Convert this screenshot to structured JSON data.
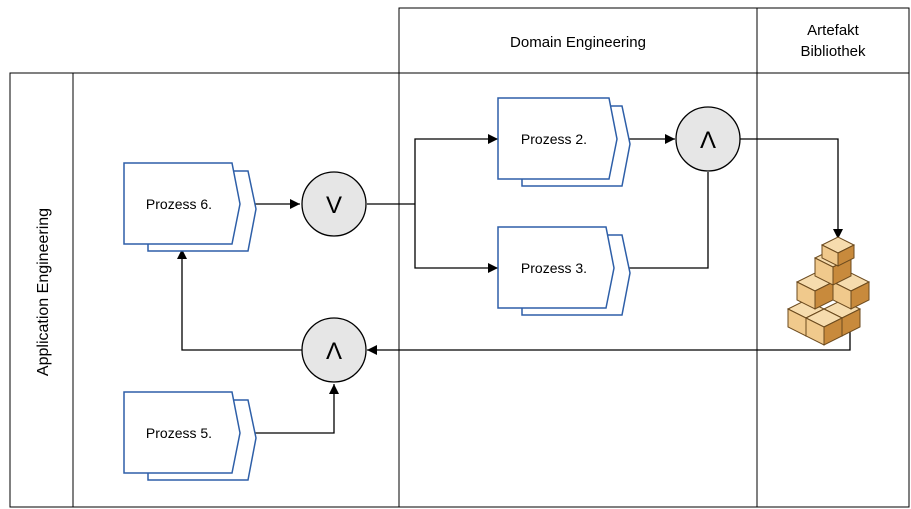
{
  "columns": {
    "domain_engineering": "Domain Engineering",
    "artefakt_line1": "Artefakt",
    "artefakt_line2": "Bibliothek"
  },
  "lanes": {
    "application_engineering": "Application Engineering"
  },
  "processes": {
    "p6": "Prozess 6.",
    "p5": "Prozess 5.",
    "p2": "Prozess 2.",
    "p3": "Prozess 3."
  },
  "gates": {
    "or_symbol": "V",
    "and_top": "Λ",
    "and_bottom": "Λ"
  },
  "colors": {
    "process_border": "#2e5fa8",
    "gate_fill": "#e6e6e6",
    "box_light": "#f0c98c",
    "box_dark": "#c88a3c"
  }
}
